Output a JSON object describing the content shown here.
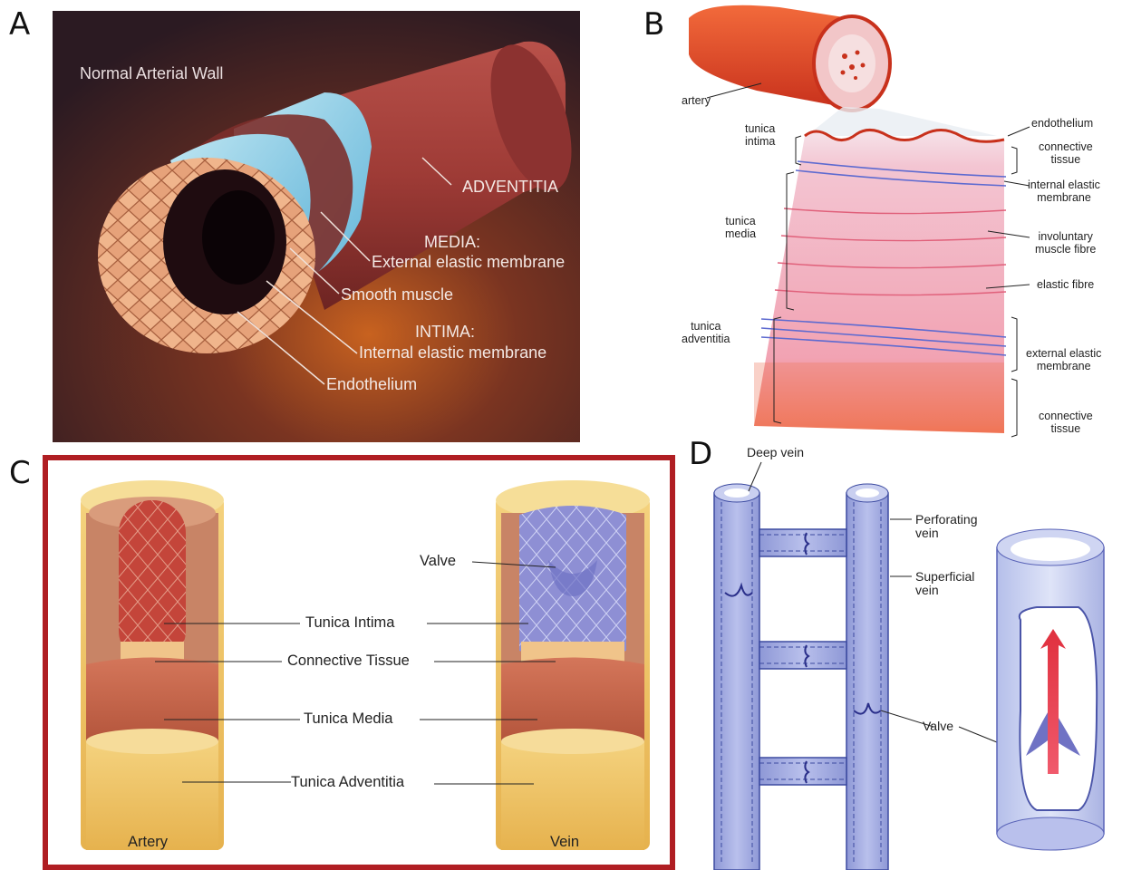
{
  "panels": {
    "a": {
      "letter": "A",
      "title": "Normal Arterial Wall",
      "labels": {
        "adventitia": "ADVENTITIA",
        "media_heading": "MEDIA:",
        "external_elastic": "External elastic membrane",
        "smooth_muscle": "Smooth muscle",
        "intima_heading": "INTIMA:",
        "internal_elastic": "Internal elastic membrane",
        "endothelium": "Endothelium"
      }
    },
    "b": {
      "letter": "B",
      "labels": {
        "artery": "artery",
        "tunica_intima": "tunica\nintima",
        "tunica_media": "tunica\nmedia",
        "tunica_adventitia": "tunica\nadventitia",
        "endothelium": "endothelium",
        "connective_tissue_top": "connective\ntissue",
        "internal_elastic": "internal elastic\nmembrane",
        "involuntary_muscle": "involuntary\nmuscle fibre",
        "elastic_fibre": "elastic fibre",
        "external_elastic": "external elastic\nmembrane",
        "connective_tissue_bottom": "connective\ntissue"
      }
    },
    "c": {
      "letter": "C",
      "labels": {
        "valve": "Valve",
        "tunica_intima": "Tunica Intima",
        "connective_tissue": "Connective Tissue",
        "tunica_media": "Tunica Media",
        "tunica_adventitia": "Tunica Adventitia",
        "artery": "Artery",
        "vein": "Vein"
      }
    },
    "d": {
      "letter": "D",
      "labels": {
        "deep_vein": "Deep vein",
        "perforating_vein": "Perforating\nvein",
        "superficial_vein": "Superficial\nvein",
        "valve": "Valve"
      }
    }
  },
  "colors": {
    "panel_c_border": "#b01e23",
    "vein_blue": "#aab3e3",
    "artery_red": "#c4453a"
  }
}
